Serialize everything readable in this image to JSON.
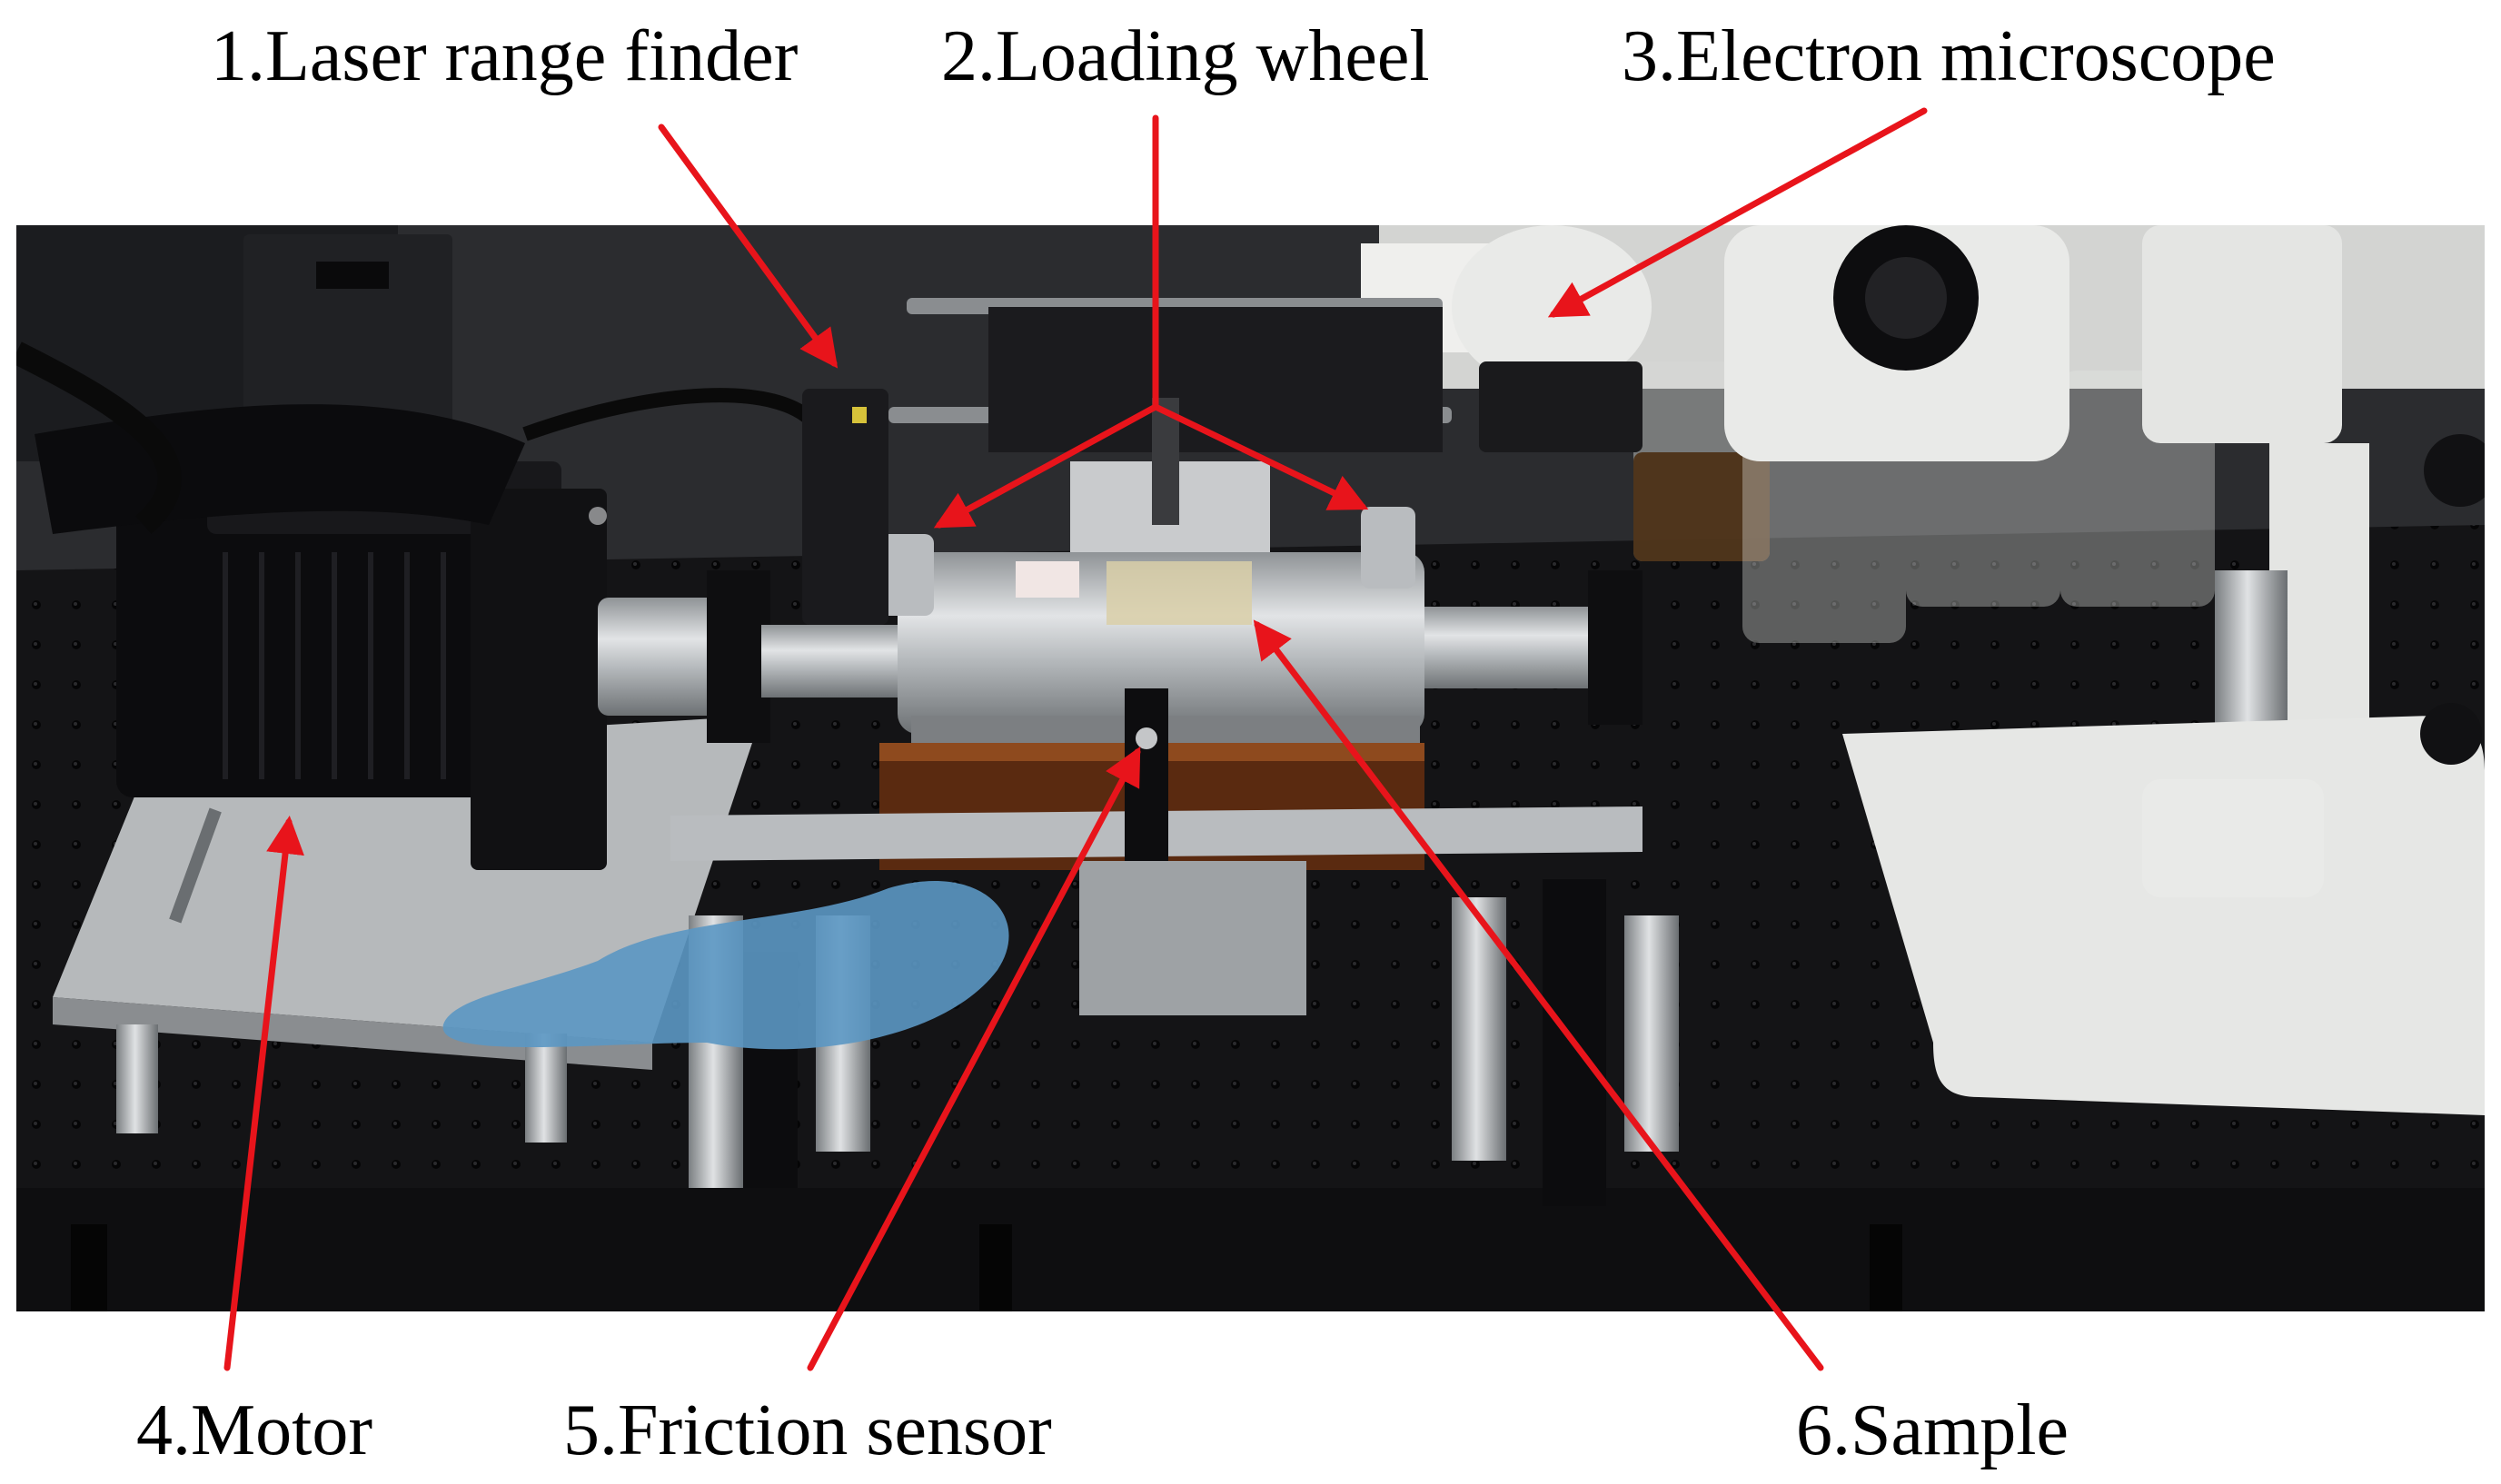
{
  "labels": {
    "laser_range_finder": "1.Laser range finder",
    "loading_wheel": "2.Loading wheel",
    "electron_microscope": "3.Electron microscope",
    "motor": "4.Motor",
    "friction_sensor": "5.Friction sensor",
    "sample": "6.Sample"
  },
  "colors": {
    "arrow": "#e8141b",
    "label_text": "#000000",
    "background": "#ffffff",
    "optical_table": "#141416",
    "motor_body": "#0c0c0e",
    "steel": "#b9bcbf",
    "microscope": "#e9eae8"
  }
}
